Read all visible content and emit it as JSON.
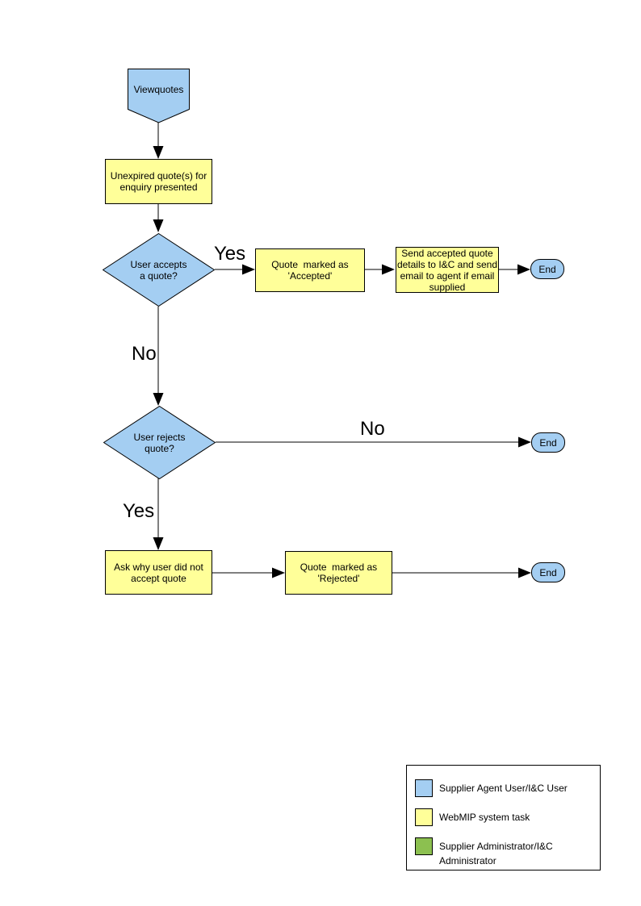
{
  "colors": {
    "user_task": "#A4CEF2",
    "system_task": "#FFFF99",
    "admin_task": "#8CC050",
    "line": "#000000"
  },
  "diagram": {
    "start": {
      "label": "Viewquotes"
    },
    "nodes": {
      "unexpired": {
        "label": "Unexpired quote(s) for\nenquiry presented"
      },
      "accepts": {
        "label": "User accepts\na quote?"
      },
      "accepted": {
        "label": "Quote  marked as\n'Accepted'"
      },
      "send": {
        "label": "Send accepted quote\ndetails to I&C and send\nemail to agent if email\nsupplied"
      },
      "end1": {
        "label": "End"
      },
      "rejects": {
        "label": "User rejects\nquote?"
      },
      "end2": {
        "label": "End"
      },
      "askwhy": {
        "label": "Ask why user did not\naccept quote"
      },
      "rejected": {
        "label": "Quote  marked as\n'Rejected'"
      },
      "end3": {
        "label": "End"
      }
    },
    "edge_labels": {
      "yes1": "Yes",
      "no1": "No",
      "no2": "No",
      "yes2": "Yes"
    }
  },
  "legend": {
    "items": [
      {
        "label": "Supplier Agent User/I&C User",
        "color": "#A4CEF2"
      },
      {
        "label": "WebMIP system task",
        "color": "#FFFF99"
      },
      {
        "label": "Supplier Administrator/I&C Administrator",
        "color": "#8CC050"
      }
    ]
  }
}
